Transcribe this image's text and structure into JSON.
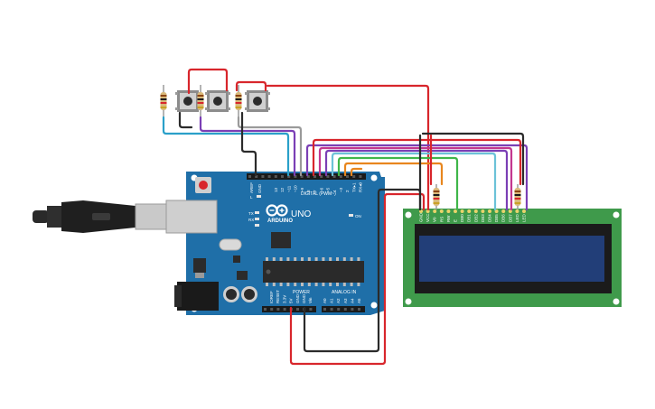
{
  "arduino": {
    "brand": "ARDUINO",
    "model": "UNO",
    "aref_label": "AREF",
    "gnd_label": "GND",
    "digital_label": "DIGITAL (PWM~)",
    "power_label": "POWER",
    "analog_label": "ANALOG IN",
    "on_label": "ON",
    "tx_label": "TX",
    "rx_label": "RX",
    "l_label": "L",
    "digital_pins": [
      "13",
      "12",
      "~11",
      "~10",
      "~9",
      "8",
      "7",
      "~6",
      "~5",
      "4",
      "~3",
      "2",
      "TX▸1",
      "RX◂0"
    ],
    "power_pins": [
      "IOREF",
      "RESET",
      "3.3V",
      "5V",
      "GND",
      "GND",
      "Vin"
    ],
    "analog_pins": [
      "A0",
      "A1",
      "A2",
      "A3",
      "A4",
      "A5"
    ]
  },
  "lcd": {
    "pins": [
      "GND",
      "VCC",
      "V0",
      "RS",
      "RW",
      "E",
      "DB0",
      "DB1",
      "DB2",
      "DB3",
      "DB4",
      "DB5",
      "DB6",
      "DB7",
      "LED",
      "LED"
    ]
  },
  "colors": {
    "board": "#1f6fa8",
    "lcd_pcb": "#3f9a4b",
    "lcd_screen": "#223e78",
    "wire_red": "#d8262c",
    "wire_black": "#2b2b2b",
    "wire_blue": "#2aa0c9",
    "wire_purple": "#7b3fb5",
    "wire_gray": "#9a9a9a",
    "wire_magenta": "#c4378e",
    "wire_green": "#3fb64a",
    "wire_orange": "#e8861e",
    "wire_lightblue": "#6cc2d8"
  }
}
